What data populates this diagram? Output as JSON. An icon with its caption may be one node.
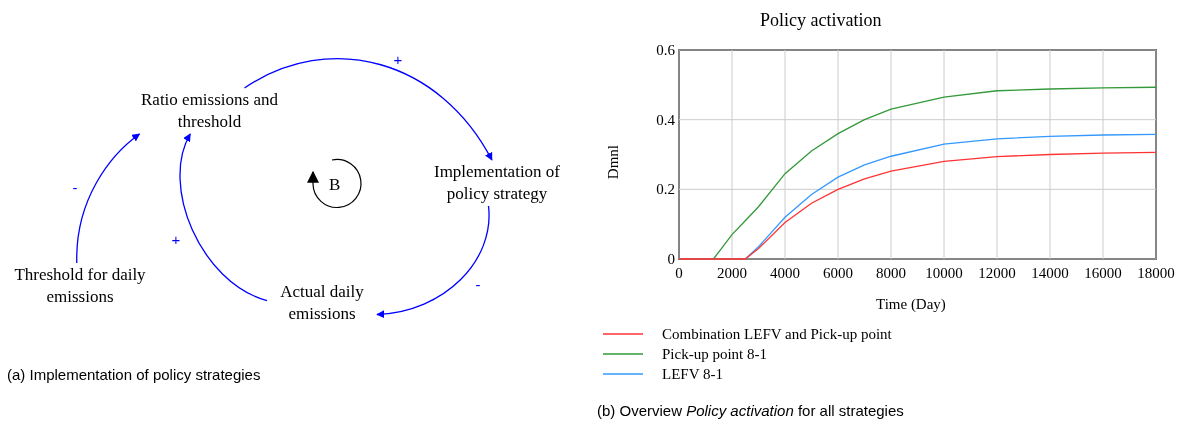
{
  "diagram": {
    "nodes": [
      {
        "text": [
          "Ratio emissions and threshold"
        ]
      },
      {
        "text": [
          "Implementation of policy strategy"
        ]
      },
      {
        "text": [
          "Actual daily emissions"
        ]
      },
      {
        "text": [
          "Threshold for daily emissions"
        ]
      }
    ],
    "edges": [
      {
        "from": 0,
        "to": 1,
        "arrow": "to",
        "label": "+"
      },
      {
        "from": 1,
        "to": 2,
        "arrow": "to",
        "label": "-"
      },
      {
        "from": 2,
        "to": 0,
        "arrow": "to",
        "label": "+"
      },
      {
        "from": 3,
        "to": 0,
        "arrow": "to",
        "label": "-"
      }
    ],
    "labels": [
      "B",
      "(a) Implementation of policy strategies",
      "(b) Overview *Policy activation* for all strategies"
    ],
    "chart_data": {
      "type": "line",
      "title": "Policy activation",
      "xlabel": "Time (Day)",
      "ylabel": "Dmnl",
      "x": [
        0,
        1000,
        1300,
        2000,
        2500,
        3000,
        4000,
        5000,
        6000,
        7000,
        8000,
        10000,
        12000,
        14000,
        16000,
        18000
      ],
      "series": [
        {
          "name": "Combination LEFV and Pick-up point",
          "color": "#ff3333",
          "values": [
            0,
            0,
            0,
            0,
            0,
            0.03,
            0.105,
            0.16,
            0.2,
            0.23,
            0.252,
            0.28,
            0.294,
            0.3,
            0.304,
            0.306
          ]
        },
        {
          "name": "Pick-up point 8-1",
          "color": "#33993a",
          "values": [
            null,
            null,
            0,
            0.07,
            0.11,
            0.15,
            0.245,
            0.31,
            0.36,
            0.4,
            0.43,
            0.465,
            0.483,
            0.488,
            0.491,
            0.493
          ]
        },
        {
          "name": "LEFV 8-1",
          "color": "#3399ff",
          "values": [
            null,
            null,
            null,
            null,
            0,
            0.035,
            0.12,
            0.185,
            0.235,
            0.27,
            0.295,
            0.33,
            0.345,
            0.352,
            0.356,
            0.358
          ]
        }
      ],
      "grid": true,
      "legend": "bottom",
      "xlim": [
        0,
        18000
      ],
      "ylim": [
        0,
        0.6
      ],
      "xticks": [
        0,
        2000,
        4000,
        6000,
        8000,
        10000,
        12000,
        14000,
        16000,
        18000
      ],
      "yticks": [
        0,
        0.2,
        0.4,
        0.6
      ]
    }
  }
}
